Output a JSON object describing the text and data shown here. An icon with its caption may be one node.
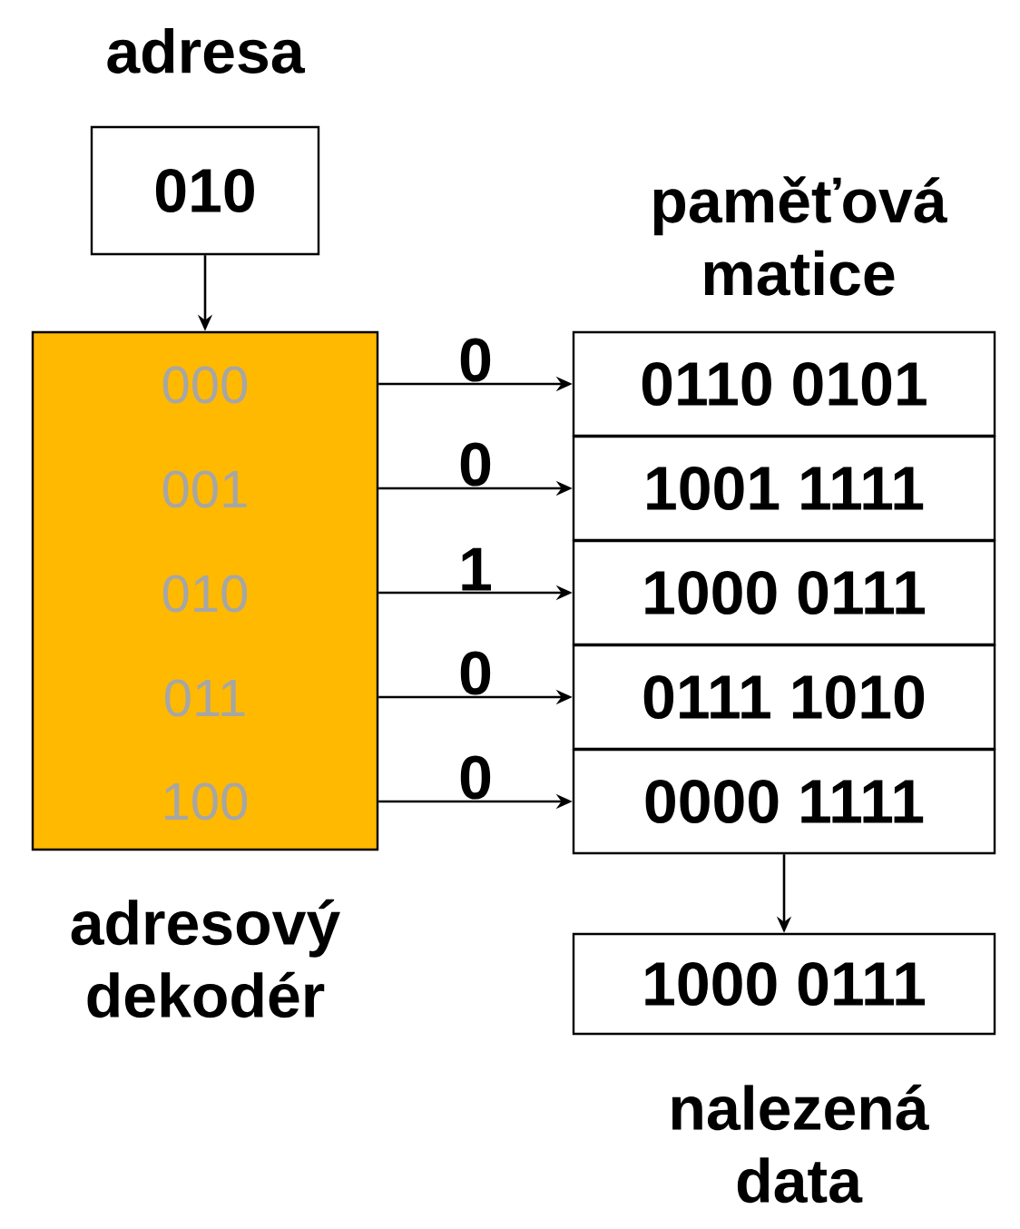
{
  "diagram": {
    "nodes": [
      {
        "text": [
          "adresa",
          "010"
        ]
      },
      {
        "text": [
          "adresový dekodér"
        ]
      },
      {
        "text": [
          "0110 0101"
        ]
      },
      {
        "text": [
          "1001 1111"
        ]
      },
      {
        "text": [
          "1000 0111"
        ]
      },
      {
        "text": [
          "0111 1010"
        ]
      },
      {
        "text": [
          "0000 1111"
        ]
      },
      {
        "text": [
          "1000 0111",
          "nalezená data"
        ]
      }
    ],
    "edges": [
      {
        "from": 0,
        "to": 1,
        "arrow": "to"
      },
      {
        "from": 1,
        "to": 2,
        "arrow": "to",
        "label": "0"
      },
      {
        "from": 1,
        "to": 3,
        "arrow": "to",
        "label": "0"
      },
      {
        "from": 1,
        "to": 4,
        "arrow": "to",
        "label": "1"
      },
      {
        "from": 1,
        "to": 5,
        "arrow": "to",
        "label": "0"
      },
      {
        "from": 1,
        "to": 6,
        "arrow": "to",
        "label": "0"
      },
      {
        "from": 6,
        "to": 7,
        "arrow": "to"
      }
    ],
    "labels": [
      "paměťová matice",
      "000",
      "001",
      "010",
      "011",
      "100"
    ]
  }
}
